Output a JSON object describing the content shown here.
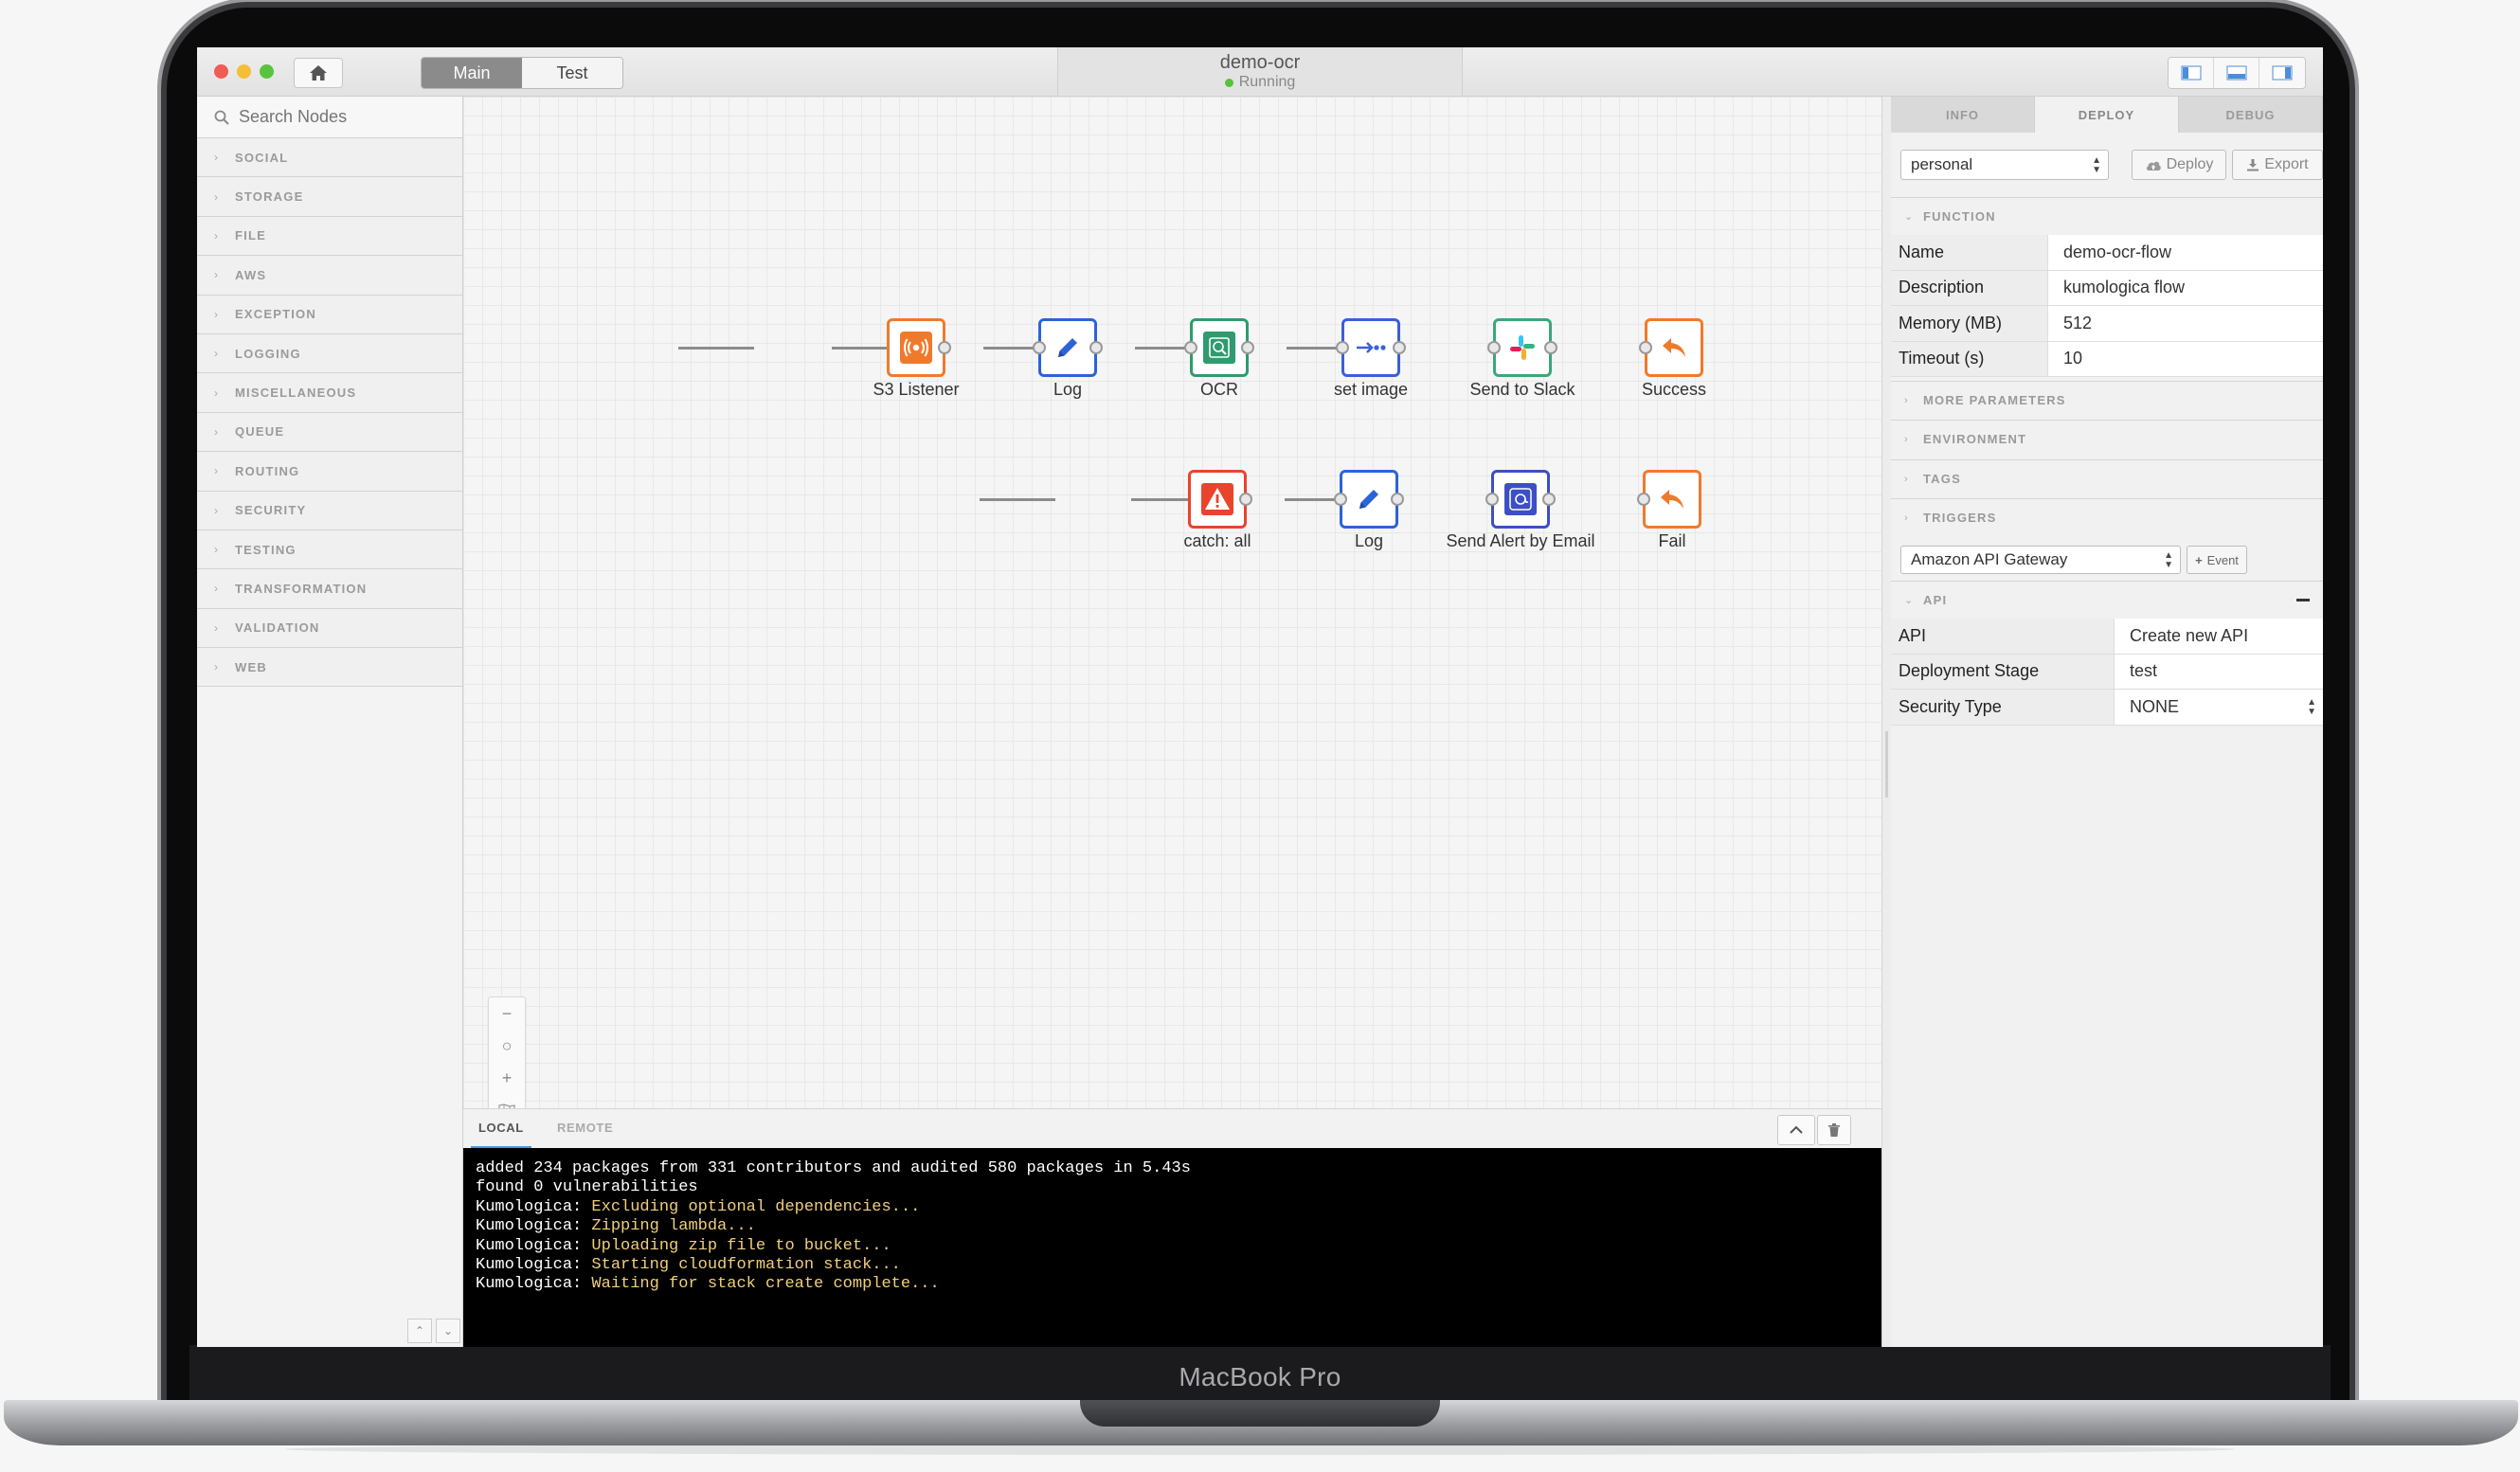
{
  "device": {
    "label": "MacBook Pro"
  },
  "toolbar": {
    "tabs": [
      {
        "label": "Main",
        "active": true
      },
      {
        "label": "Test",
        "active": false
      }
    ],
    "flow_name": "demo-ocr",
    "flow_status": "Running",
    "status_color": "#59c23a"
  },
  "palette": {
    "search_placeholder": "Search Nodes",
    "categories": [
      {
        "label": "SOCIAL"
      },
      {
        "label": "STORAGE"
      },
      {
        "label": "FILE"
      },
      {
        "label": "AWS"
      },
      {
        "label": "EXCEPTION"
      },
      {
        "label": "LOGGING"
      },
      {
        "label": "MISCELLANEOUS"
      },
      {
        "label": "QUEUE"
      },
      {
        "label": "ROUTING"
      },
      {
        "label": "SECURITY"
      },
      {
        "label": "TESTING"
      },
      {
        "label": "TRANSFORMATION"
      },
      {
        "label": "VALIDATION"
      },
      {
        "label": "WEB"
      }
    ]
  },
  "flow": {
    "row1": [
      {
        "label": "S3 Listener",
        "icon": "broadcast-icon",
        "color": "#f07a2c"
      },
      {
        "label": "Log",
        "icon": "pencil-icon",
        "color": "#2c63d6"
      },
      {
        "label": "OCR",
        "icon": "ocr-icon",
        "color": "#2f9b6f"
      },
      {
        "label": "set image",
        "icon": "arrow-dots-icon",
        "color": "#3b5fd9"
      },
      {
        "label": "Send to Slack",
        "icon": "slack-icon",
        "color": "#3aa879"
      },
      {
        "label": "Success",
        "icon": "reply-arrow-icon",
        "color": "#f07a2c"
      }
    ],
    "row2": [
      {
        "label": "catch: all",
        "icon": "warning-icon",
        "color": "#e8452c"
      },
      {
        "label": "Log",
        "icon": "pencil-icon",
        "color": "#2c63d6"
      },
      {
        "label": "Send Alert by Email",
        "icon": "email-icon",
        "color": "#3d4fc6"
      },
      {
        "label": "Fail",
        "icon": "reply-arrow-icon",
        "color": "#f07a2c"
      }
    ]
  },
  "console": {
    "tabs": [
      {
        "label": "LOCAL",
        "active": true
      },
      {
        "label": "REMOTE",
        "active": false
      }
    ],
    "lines": [
      {
        "type": "plain",
        "prefix": "added 234 packages from 331 contributors and audited 580 packages in 5.43s",
        "message": ""
      },
      {
        "type": "plain",
        "prefix": "found 0 vulnerabilities",
        "message": ""
      },
      {
        "type": "kumo",
        "prefix": "Kumologica: ",
        "message": "Excluding optional dependencies..."
      },
      {
        "type": "kumo",
        "prefix": "Kumologica: ",
        "message": "Zipping lambda..."
      },
      {
        "type": "kumo",
        "prefix": "Kumologica: ",
        "message": "Uploading zip file to bucket..."
      },
      {
        "type": "kumo",
        "prefix": "Kumologica: ",
        "message": "Starting cloudformation stack..."
      },
      {
        "type": "kumo",
        "prefix": "Kumologica: ",
        "message": "Waiting for stack create complete..."
      }
    ]
  },
  "side": {
    "tabs": [
      {
        "label": "INFO",
        "active": false
      },
      {
        "label": "DEPLOY",
        "active": true
      },
      {
        "label": "DEBUG",
        "active": false
      }
    ],
    "profile": "personal",
    "deploy_label": "Deploy",
    "export_label": "Export",
    "function_section": "FUNCTION",
    "function_props": [
      {
        "key": "Name",
        "value": "demo-ocr-flow"
      },
      {
        "key": "Description",
        "value": "kumologica flow"
      },
      {
        "key": "Memory (MB)",
        "value": "512"
      },
      {
        "key": "Timeout (s)",
        "value": "10"
      }
    ],
    "more_parameters": "MORE PARAMETERS",
    "environment": "ENVIRONMENT",
    "tags": "TAGS",
    "triggers": "TRIGGERS",
    "trigger_type": "Amazon API Gateway",
    "event_label": "Event",
    "api_section": "API",
    "api_props": [
      {
        "key": "API",
        "value": "Create new API"
      },
      {
        "key": "Deployment Stage",
        "value": "test"
      },
      {
        "key": "Security Type",
        "value": "NONE"
      }
    ]
  }
}
